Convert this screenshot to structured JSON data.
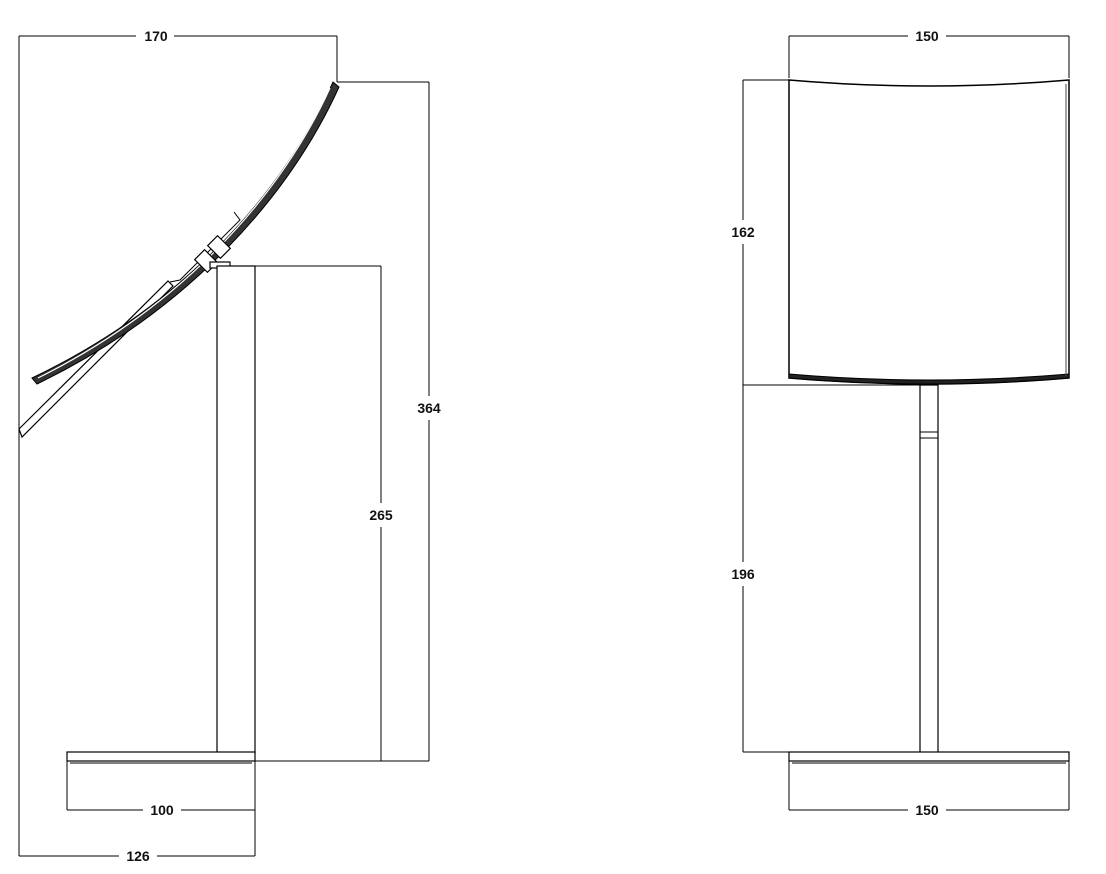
{
  "side_view": {
    "dimensions": {
      "top_width": "170",
      "total_height": "364",
      "column_height": "265",
      "base_depth": "100",
      "overall_depth": "126"
    }
  },
  "front_view": {
    "dimensions": {
      "top_width": "150",
      "screen_height": "162",
      "stand_height": "196",
      "base_width": "150"
    }
  }
}
